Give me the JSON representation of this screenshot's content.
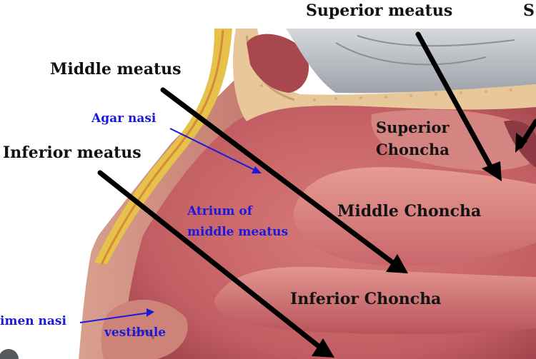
{
  "labels": {
    "superior_meatus": "Superior meatus",
    "superior_meatus_cut": "S",
    "middle_meatus": "Middle meatus",
    "agar_nasi": "Agar nasi",
    "inferior_meatus": "Inferior meatus",
    "superior_choncha_1": "Superior",
    "superior_choncha_2": "Choncha",
    "middle_choncha": "Middle Choncha",
    "atrium_1": "Atrium of",
    "atrium_2": "middle meatus",
    "inferior_choncha": "Inferior Choncha",
    "limen_nasi": "imen nasi",
    "vestibule": "vestibule"
  },
  "colors": {
    "label_black": "#111111",
    "label_blue": "#1a1adb",
    "tissue_pink": "#c8646a",
    "tissue_light": "#dd8a86",
    "bone": "#e8c89a",
    "membrane_gray": "#b9bdc3",
    "nerve_yellow": "#e6c24a"
  }
}
